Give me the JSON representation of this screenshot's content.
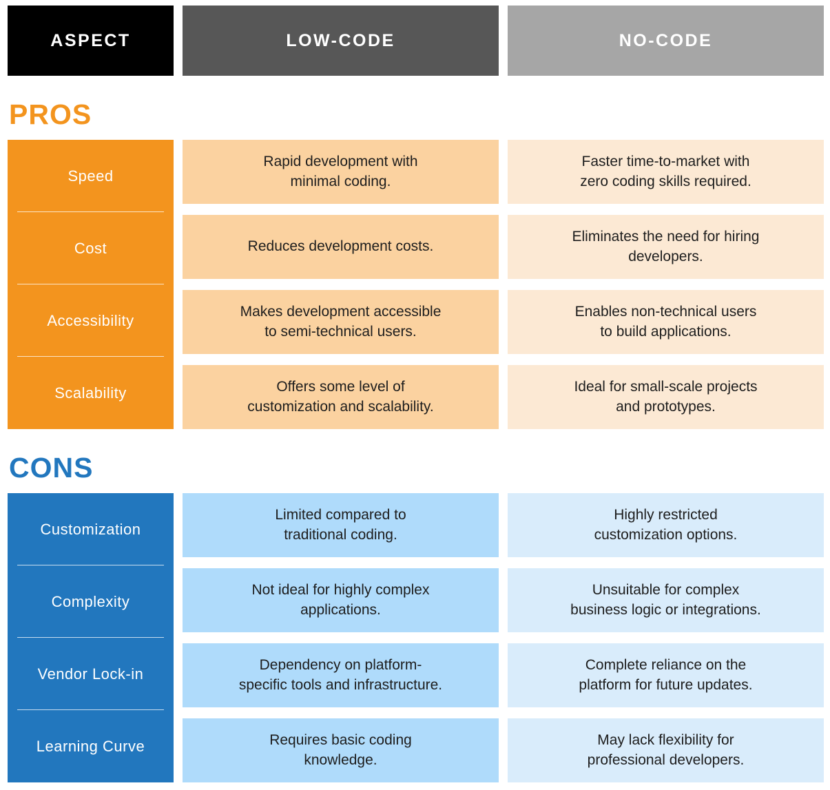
{
  "header": {
    "columns": [
      {
        "label": "ASPECT"
      },
      {
        "label": "LOW-CODE"
      },
      {
        "label": "NO-CODE"
      }
    ]
  },
  "sections": [
    {
      "id": "pros",
      "title": "PROS",
      "accent_color": "#F3941E",
      "low_code_cell_bg": "#FBD2A0",
      "no_code_cell_bg": "#FCE9D4",
      "rows": [
        {
          "aspect": "Speed",
          "low_code": "Rapid development with\nminimal coding.",
          "no_code": "Faster time-to-market with\nzero coding skills required."
        },
        {
          "aspect": "Cost",
          "low_code": "Reduces development costs.",
          "no_code": "Eliminates the need for hiring\ndevelopers."
        },
        {
          "aspect": "Accessibility",
          "low_code": "Makes development accessible\nto semi-technical users.",
          "no_code": "Enables non-technical users\nto build applications."
        },
        {
          "aspect": "Scalability",
          "low_code": "Offers some level of\ncustomization and scalability.",
          "no_code": "Ideal for small-scale projects\nand prototypes."
        }
      ]
    },
    {
      "id": "cons",
      "title": "CONS",
      "accent_color": "#2277BE",
      "low_code_cell_bg": "#AFDBFB",
      "no_code_cell_bg": "#D9ECFB",
      "rows": [
        {
          "aspect": "Customization",
          "low_code": "Limited compared to\ntraditional coding.",
          "no_code": "Highly restricted\ncustomization options."
        },
        {
          "aspect": "Complexity",
          "low_code": "Not ideal for highly complex\napplications.",
          "no_code": "Unsuitable for complex\nbusiness logic or integrations."
        },
        {
          "aspect": "Vendor Lock-in",
          "low_code": "Dependency on platform-\nspecific tools and infrastructure.",
          "no_code": "Complete reliance on the\nplatform for future updates."
        },
        {
          "aspect": "Learning Curve",
          "low_code": "Requires basic coding\nknowledge.",
          "no_code": "May lack flexibility for\nprofessional developers."
        }
      ]
    }
  ],
  "colors": {
    "aspect_header_bg": "#000000",
    "low_code_header_bg": "#575757",
    "no_code_header_bg": "#A6A6A6",
    "pros_accent": "#F3941E",
    "cons_accent": "#2277BE",
    "body_text": "#1d1d1d",
    "divider": "rgba(255,255,255,0.75)"
  }
}
